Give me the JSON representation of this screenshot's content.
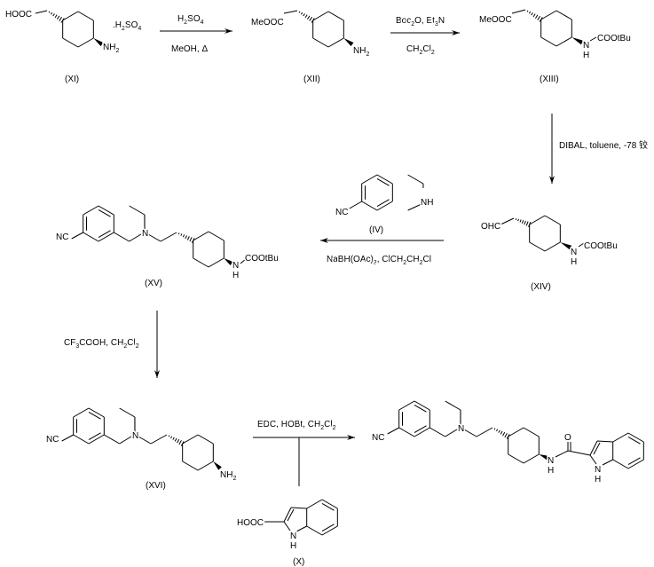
{
  "compounds": {
    "XI": {
      "label": "(XI)",
      "acid": "HOOC",
      "amine": "NH2",
      "salt": ".H2SO4"
    },
    "XII": {
      "label": "(XII)",
      "ester": "MeOOC",
      "amine": "NH2"
    },
    "XIII": {
      "label": "(XIII)",
      "ester": "MeOOC",
      "n": "N",
      "h": "H",
      "boc": "COOtBu"
    },
    "XIV": {
      "label": "(XIV)",
      "aldehyde": "OHC",
      "n": "N",
      "h": "H",
      "boc": "COOtBu"
    },
    "IV": {
      "label": "(IV)",
      "nitrile": "NC",
      "nh": "NH"
    },
    "XV": {
      "label": "(XV)",
      "nitrile": "NC",
      "ring_n": "N",
      "n": "N",
      "h": "H",
      "boc": "COOtBu"
    },
    "XVI": {
      "label": "(XVI)",
      "nitrile": "NC",
      "ring_n": "N",
      "amine": "NH2"
    },
    "X": {
      "label": "(X)",
      "acid": "HOOC",
      "n": "N",
      "h": "H"
    },
    "product": {
      "nitrile": "NC",
      "ring_n": "N",
      "n": "N",
      "h": "H",
      "o": "O",
      "indole_n": "N",
      "indole_h": "H"
    }
  },
  "steps": {
    "step1": {
      "above": "H2SO4",
      "below": "MeOH, Δ"
    },
    "step2": {
      "above": "Boc2O, Et3N",
      "below": "CH2Cl2"
    },
    "step3": {
      "side": "DIBAL, toluene, -78 铰"
    },
    "step4": {
      "below": "NaBH(OAc)3, ClCH2CH2Cl"
    },
    "step5": {
      "side": "CF3COOH, CH2Cl2"
    },
    "step6": {
      "above": "EDC, HOBt, CH2Cl2"
    }
  }
}
